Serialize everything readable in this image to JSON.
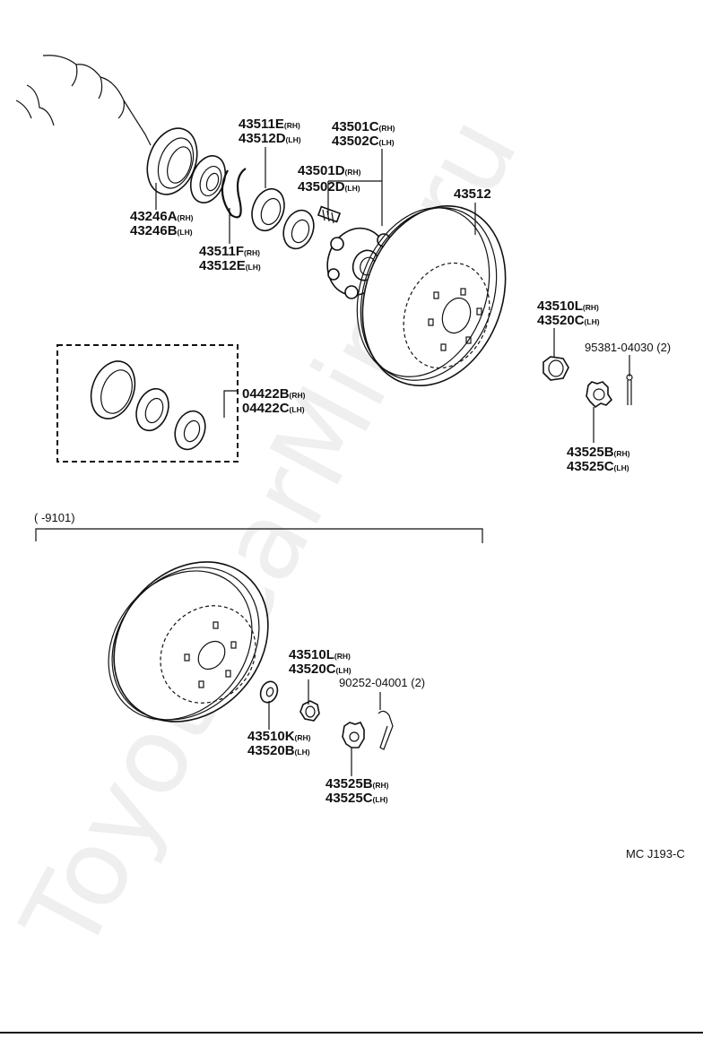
{
  "watermark": "ToyotaCarMine.ru",
  "drawing_code": "MC J193-C",
  "range_label": "(      -9101)",
  "callouts": {
    "p43511E": {
      "num": "43511E",
      "sfx": "(RH)"
    },
    "p43512D": {
      "num": "43512D",
      "sfx": "(LH)"
    },
    "p43501C": {
      "num": "43501C",
      "sfx": "(RH)"
    },
    "p43502C": {
      "num": "43502C",
      "sfx": "(LH)"
    },
    "p43501D": {
      "num": "43501D",
      "sfx": "(RH)"
    },
    "p43502D": {
      "num": "43502D",
      "sfx": "(LH)"
    },
    "p43512": {
      "num": "43512",
      "sfx": ""
    },
    "p43246A": {
      "num": "43246A",
      "sfx": "(RH)"
    },
    "p43246B": {
      "num": "43246B",
      "sfx": "(LH)"
    },
    "p43511F": {
      "num": "43511F",
      "sfx": "(RH)"
    },
    "p43512E": {
      "num": "43512E",
      "sfx": "(LH)"
    },
    "p43510L_a": {
      "num": "43510L",
      "sfx": "(RH)"
    },
    "p43520C_a": {
      "num": "43520C",
      "sfx": "(LH)"
    },
    "p95381": {
      "num": "95381-04030 (2)",
      "sfx": ""
    },
    "p04422B": {
      "num": "04422B",
      "sfx": "(RH)"
    },
    "p04422C": {
      "num": "04422C",
      "sfx": "(LH)"
    },
    "p43525B_a": {
      "num": "43525B",
      "sfx": "(RH)"
    },
    "p43525C_a": {
      "num": "43525C",
      "sfx": "(LH)"
    },
    "p43510L_b": {
      "num": "43510L",
      "sfx": "(RH)"
    },
    "p43520C_b": {
      "num": "43520C",
      "sfx": "(LH)"
    },
    "p90252": {
      "num": "90252-04001 (2)",
      "sfx": ""
    },
    "p43510K": {
      "num": "43510K",
      "sfx": "(RH)"
    },
    "p43520B": {
      "num": "43520B",
      "sfx": "(LH)"
    },
    "p43525B_b": {
      "num": "43525B",
      "sfx": "(RH)"
    },
    "p43525C_b": {
      "num": "43525C",
      "sfx": "(LH)"
    }
  }
}
